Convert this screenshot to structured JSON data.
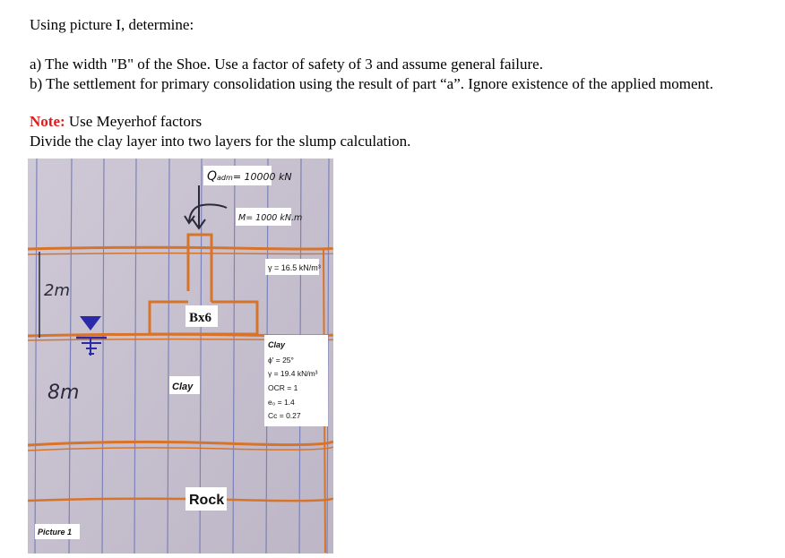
{
  "problem": {
    "intro": "Using picture I, determine:",
    "part_a": "a) The width \"B\" of the Shoe. Use a factor of safety of 3 and assume general failure.",
    "part_b": "b) The settlement for primary consolidation using the result of part “a”. Ignore existence of the applied moment.",
    "note_label": "Note:",
    "note_text": " Use Meyerhof factors",
    "divide_text": "Divide the clay layer into two layers for the slump calculation."
  },
  "figure": {
    "load_label": "Q",
    "load_sub": "adm",
    "load_value": "= 10000 kN",
    "moment_label": "M= 1000 kN.m",
    "gamma_top": "γ = 16.5 kN/m³",
    "footing_label": "Bx6",
    "depth_top": "2m",
    "depth_clay": "8m",
    "clay_label": "Clay",
    "rock_label": "Rock",
    "picture_label": "Picture 1",
    "clay_props": {
      "title": "Clay",
      "phi": "ϕ' = 25°",
      "gamma": "γ = 19.4 kN/m³",
      "ocr": "OCR = 1",
      "e0": "e₀ = 1.4",
      "cc": "Cc = 0.27"
    },
    "colors": {
      "paper": "#c9c2d0",
      "grid": "#7078b8",
      "layer_line": "#d8742a",
      "water_table": "#2a2aa8",
      "ink": "#2a2a3a"
    }
  }
}
